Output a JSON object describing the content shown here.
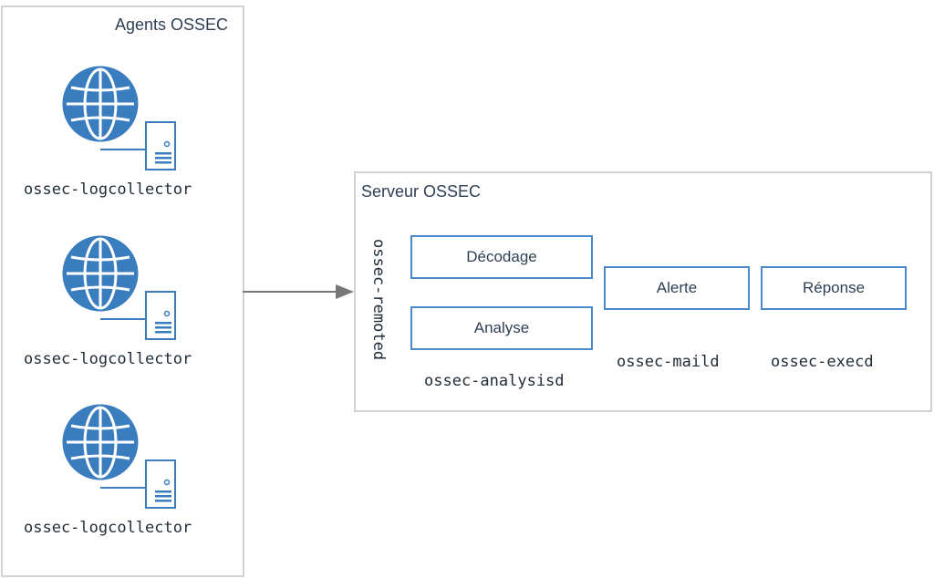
{
  "agents_panel": {
    "title": "Agents OSSEC",
    "agents": [
      {
        "icon": "globe-server-icon",
        "process": "ossec-logcollector"
      },
      {
        "icon": "globe-server-icon",
        "process": "ossec-logcollector"
      },
      {
        "icon": "globe-server-icon",
        "process": "ossec-logcollector"
      }
    ]
  },
  "server_panel": {
    "title": "Serveur OSSEC",
    "receiver_process": "ossec-remoted",
    "analysis": {
      "steps": [
        "Décodage",
        "Analyse"
      ],
      "process": "ossec-analysisd"
    },
    "alert": {
      "label": "Alerte",
      "process": "ossec-maild"
    },
    "response": {
      "label": "Réponse",
      "process": "ossec-execd"
    }
  },
  "colors": {
    "accent": "#4a88c7",
    "icon": "#3a7dbf",
    "panel_border": "#d3d3d3",
    "arrow": "#777777"
  }
}
